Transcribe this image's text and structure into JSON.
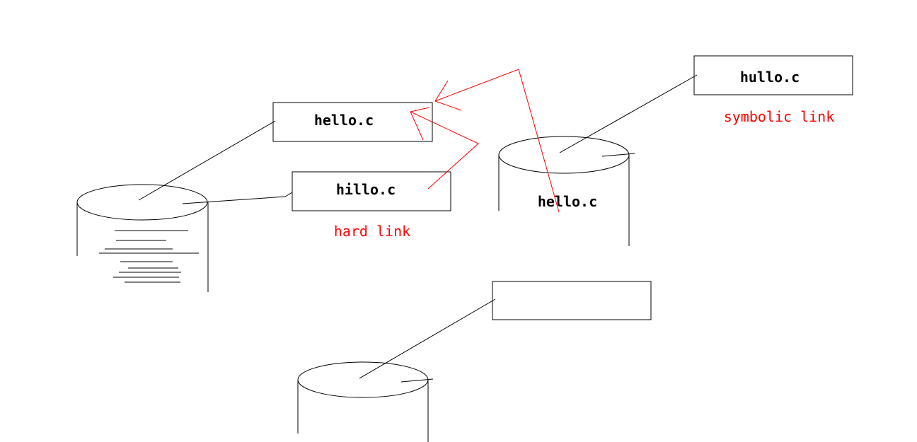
{
  "labels": {
    "hello_box": "hello.c",
    "hillo_box": "hillo.c",
    "hullo_box": "hullo.c",
    "hello_on_disk": "hello.c",
    "hard_link": "hard link",
    "symbolic_link": "symbolic link",
    "empty_box": ""
  },
  "colors": {
    "ink": "#000000",
    "annotation": "#ff0000",
    "background": "#ffffff"
  }
}
